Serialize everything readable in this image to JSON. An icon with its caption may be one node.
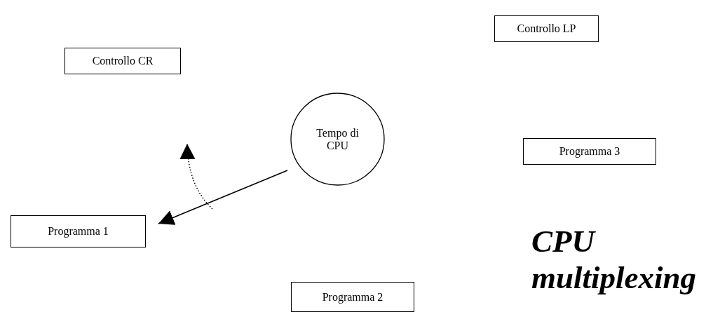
{
  "diagram": {
    "title": "CPU multiplexing",
    "nodes": [
      {
        "text": [
          "Controllo CR"
        ]
      },
      {
        "text": [
          "Controllo LP"
        ]
      },
      {
        "text": [
          "Tempo di CPU"
        ]
      },
      {
        "text": [
          "Programma 3"
        ]
      },
      {
        "text": [
          "Programma 1"
        ]
      },
      {
        "text": [
          "Programma 2"
        ]
      }
    ],
    "edges": [
      {
        "from": 2,
        "to": 4,
        "arrow": "to"
      }
    ]
  }
}
